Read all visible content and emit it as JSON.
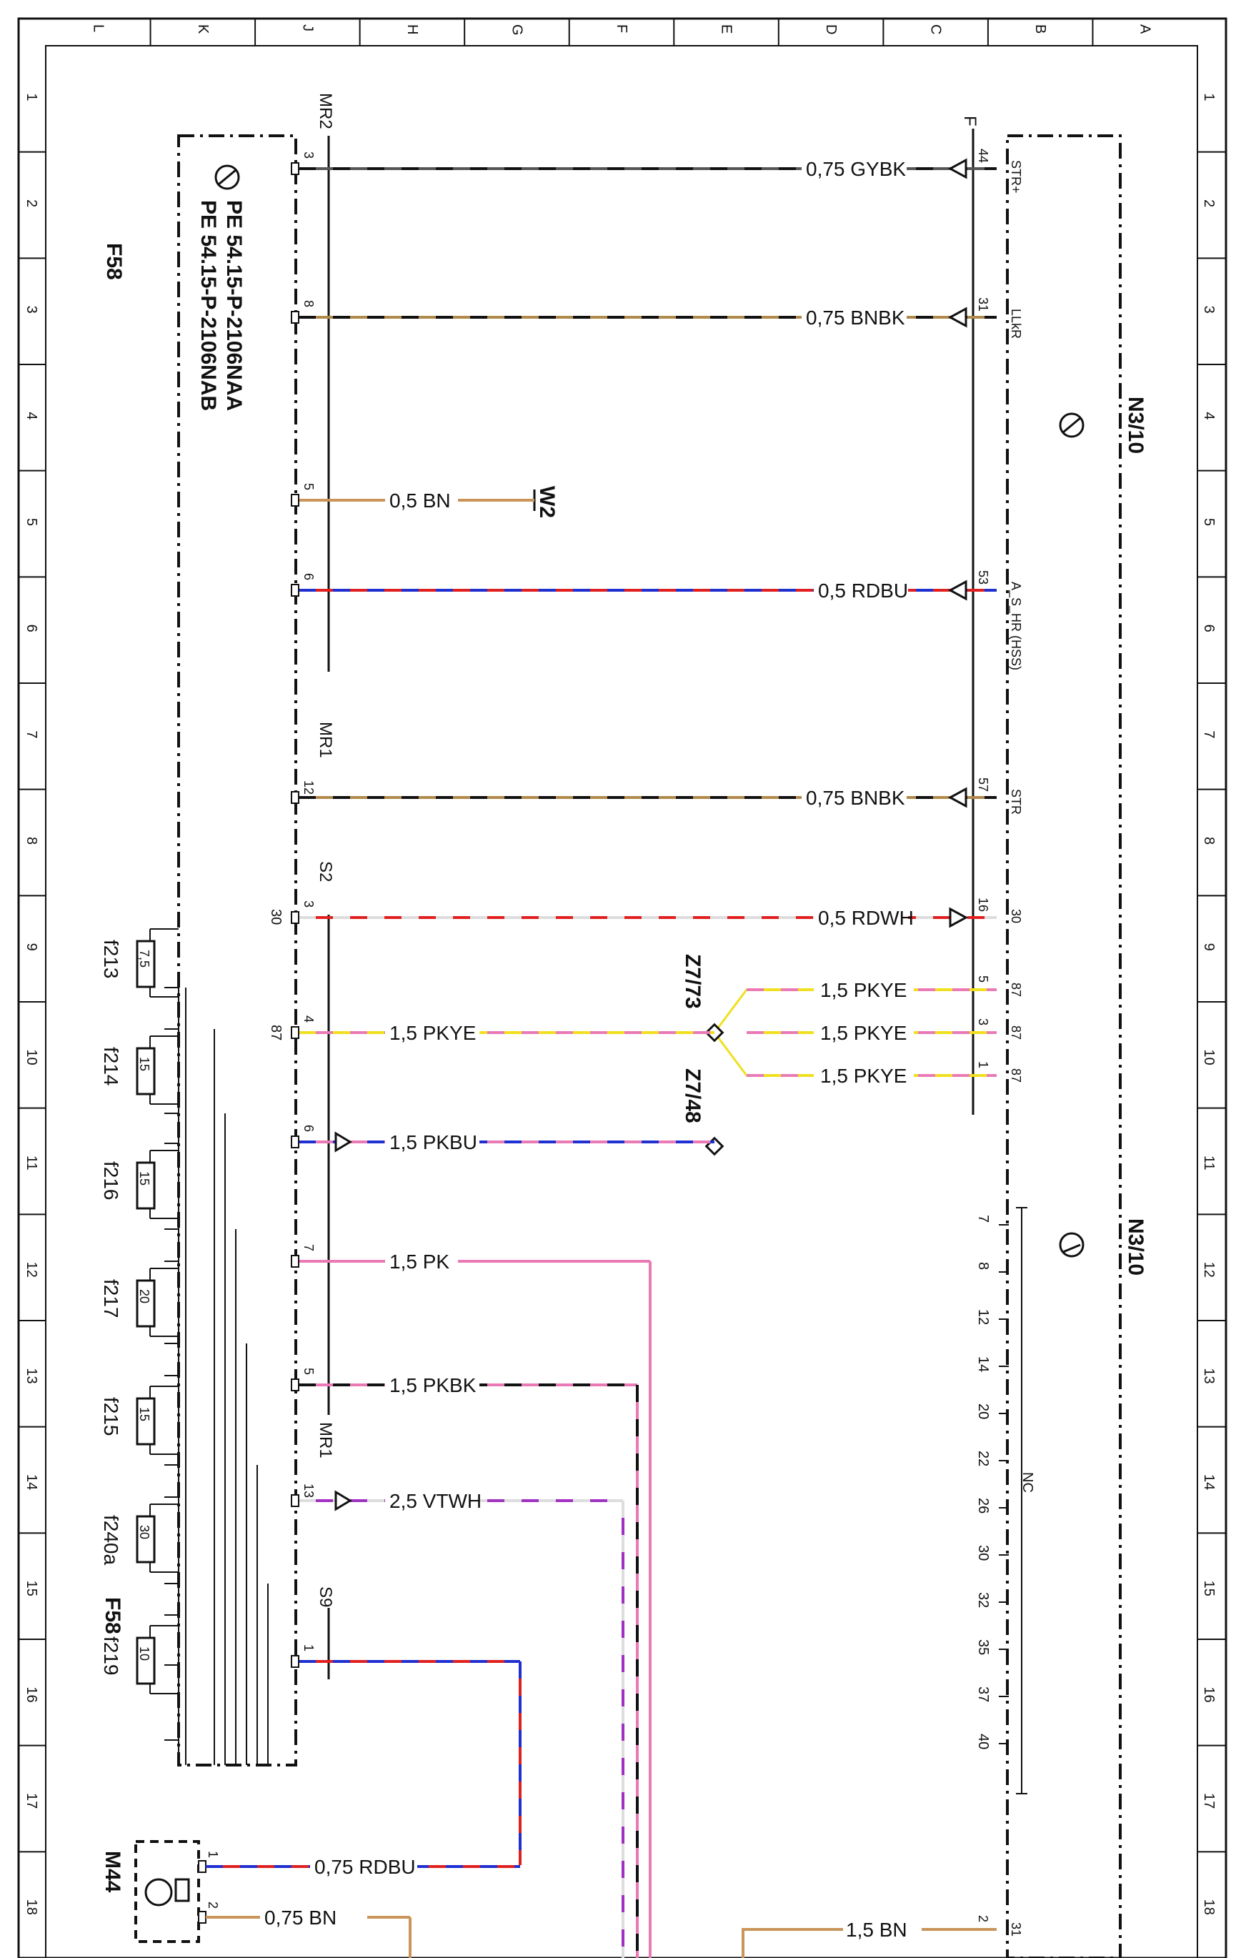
{
  "sheet": {
    "columns": [
      "L",
      "K",
      "J",
      "H",
      "G",
      "F",
      "E",
      "D",
      "C",
      "B",
      "A"
    ],
    "rows": [
      "1",
      "2",
      "3",
      "4",
      "5",
      "6",
      "7",
      "8",
      "9",
      "10",
      "11",
      "12",
      "13",
      "14",
      "15",
      "16",
      "17",
      "18"
    ]
  },
  "components": {
    "f58_top": "F58",
    "pe_a": "PE 54.15-P-2106NAA",
    "pe_b": "PE 54.15-P-2106NAB",
    "f58_mid": "F58",
    "w2": "W2",
    "n310_top": "N3/10",
    "n310_mid": "N3/10",
    "z773": "Z7/73",
    "z748": "Z7/48",
    "m44": "M44"
  },
  "connectors": {
    "mr2": "MR2",
    "mr1_a": "MR1",
    "s2": "S2",
    "mr1_b": "MR1",
    "s9": "S9",
    "f": "F"
  },
  "fuses": [
    {
      "id": "f213",
      "rating": "7,5"
    },
    {
      "id": "f214",
      "rating": "15"
    },
    {
      "id": "f216",
      "rating": "15"
    },
    {
      "id": "f217",
      "rating": "20"
    },
    {
      "id": "f215",
      "rating": "15"
    },
    {
      "id": "f240a",
      "rating": "30"
    },
    {
      "id": "f219",
      "rating": "10"
    }
  ],
  "fuse_terminals": {
    "t30": "30",
    "t87": "87"
  },
  "wires": [
    {
      "left_pin": "3",
      "label": "0,75 GYBK",
      "right_pin": "44",
      "signal": "STR+",
      "colors": [
        "#555555",
        "#111111"
      ]
    },
    {
      "left_pin": "8",
      "label": "0,75 BNBK",
      "right_pin": "31",
      "signal": "LLkR",
      "colors": [
        "#b08a4a",
        "#111111"
      ]
    },
    {
      "left_pin": "5",
      "label": "0,5 BN",
      "right_pin": "",
      "signal": "",
      "colors": [
        "#c9955a",
        "#c9955a"
      ]
    },
    {
      "left_pin": "6",
      "label": "0,5 RDBU",
      "right_pin": "53",
      "signal": "A_S_HR (HSS)",
      "colors": [
        "#e02020",
        "#1f2fd0"
      ]
    },
    {
      "left_pin": "12",
      "label": "0,75 BNBK",
      "right_pin": "57",
      "signal": "STR",
      "colors": [
        "#b08a4a",
        "#111111"
      ]
    },
    {
      "left_pin": "3",
      "label": "0,5 RDWH",
      "right_pin": "16",
      "signal": "30",
      "colors": [
        "#e02020",
        "#dddddd"
      ]
    },
    {
      "left_pin": "4",
      "label": "1,5 PKYE",
      "right_pin": "",
      "signal": "",
      "colors": [
        "#e97ab5",
        "#f0e020"
      ]
    },
    {
      "left_pin": "6",
      "label": "1,5 PKBU",
      "right_pin": "",
      "signal": "",
      "colors": [
        "#e97ab5",
        "#1f2fd0"
      ]
    },
    {
      "left_pin": "7",
      "label": "1,5 PK",
      "right_pin": "",
      "signal": "",
      "colors": [
        "#e97ab5",
        "#e97ab5"
      ]
    },
    {
      "left_pin": "5",
      "label": "1,5 PKBK",
      "right_pin": "",
      "signal": "",
      "colors": [
        "#e97ab5",
        "#111111"
      ]
    },
    {
      "left_pin": "13",
      "label": "2,5 VTWH",
      "right_pin": "",
      "signal": "",
      "colors": [
        "#a030c0",
        "#dddddd"
      ]
    },
    {
      "left_pin": "1",
      "label": "",
      "right_pin": "",
      "signal": "",
      "colors": [
        "#e02020",
        "#1f2fd0"
      ]
    }
  ],
  "splice_branches": [
    {
      "label": "1,5 PKYE",
      "right_pin": "5",
      "signal": "87"
    },
    {
      "label": "1,5 PKYE",
      "right_pin": "3",
      "signal": "87"
    },
    {
      "label": "1,5 PKYE",
      "right_pin": "1",
      "signal": "87"
    }
  ],
  "nc_pins": [
    "7",
    "8",
    "12",
    "14",
    "20",
    "22",
    "26",
    "30",
    "32",
    "35",
    "37",
    "40"
  ],
  "nc_label": "NC",
  "m44_pins": [
    {
      "pin": "1",
      "label": "0,75 RDBU"
    },
    {
      "pin": "2",
      "label": "0,75 BN"
    }
  ],
  "bottom_wire": {
    "label": "1,5 BN",
    "right_pin": "2",
    "signal": "31"
  },
  "colors": {
    "ink": "#111111",
    "frame": "#111111"
  }
}
